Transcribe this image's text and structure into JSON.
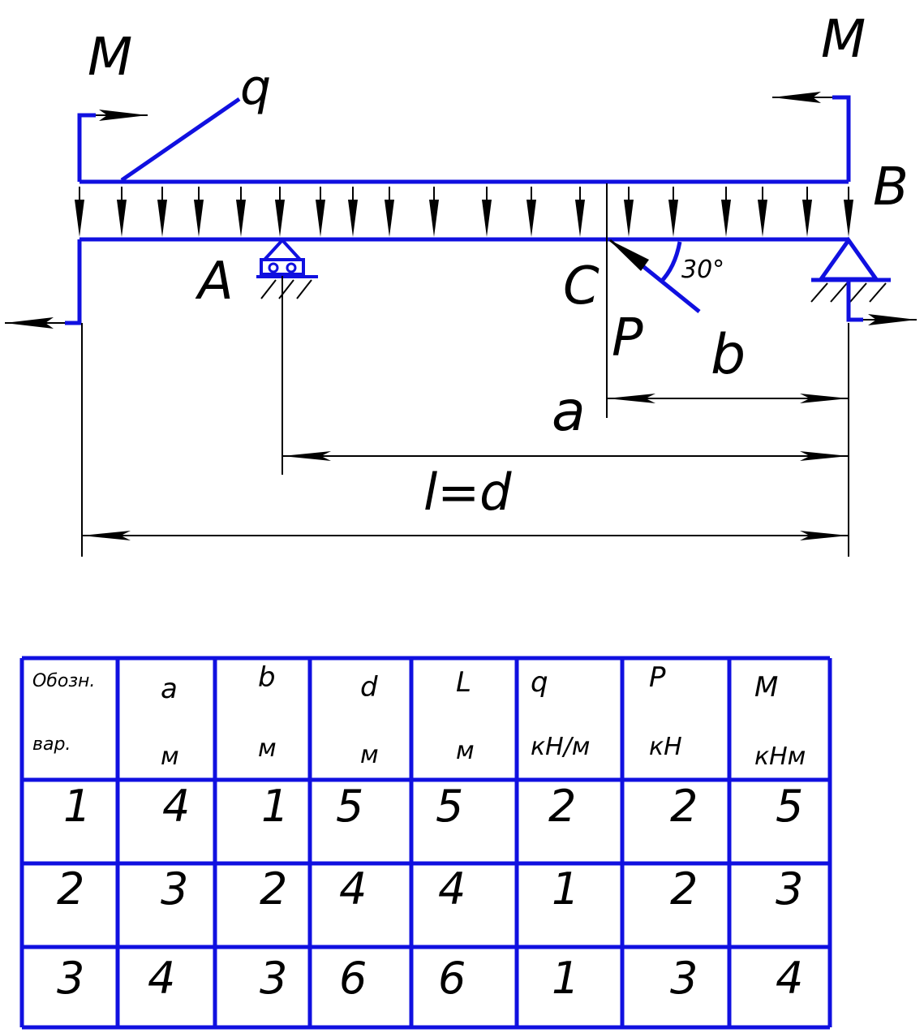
{
  "diagram": {
    "labels": {
      "moment_left": "M",
      "moment_right": "M",
      "load": "q",
      "support_a": "A",
      "support_b": "B",
      "point_c": "C",
      "force": "P",
      "angle": "30°",
      "dim_b": "b",
      "dim_a": "a",
      "dim_l": "l=d"
    },
    "colors": {
      "structure": "#1010e0",
      "lines": "#000000"
    }
  },
  "table": {
    "header": [
      [
        "Обозн.",
        "вар."
      ],
      [
        "a",
        "м"
      ],
      [
        "b",
        "м"
      ],
      [
        "d",
        "м"
      ],
      [
        "L",
        "м"
      ],
      [
        "q",
        "кН/м"
      ],
      [
        "P",
        "кН"
      ],
      [
        "M",
        "кНм"
      ]
    ],
    "rows": [
      [
        "1",
        "4",
        "1",
        "5",
        "5",
        "2",
        "2",
        "5"
      ],
      [
        "2",
        "3",
        "2",
        "4",
        "4",
        "1",
        "2",
        "3"
      ],
      [
        "3",
        "4",
        "3",
        "6",
        "6",
        "1",
        "3",
        "4"
      ]
    ]
  }
}
